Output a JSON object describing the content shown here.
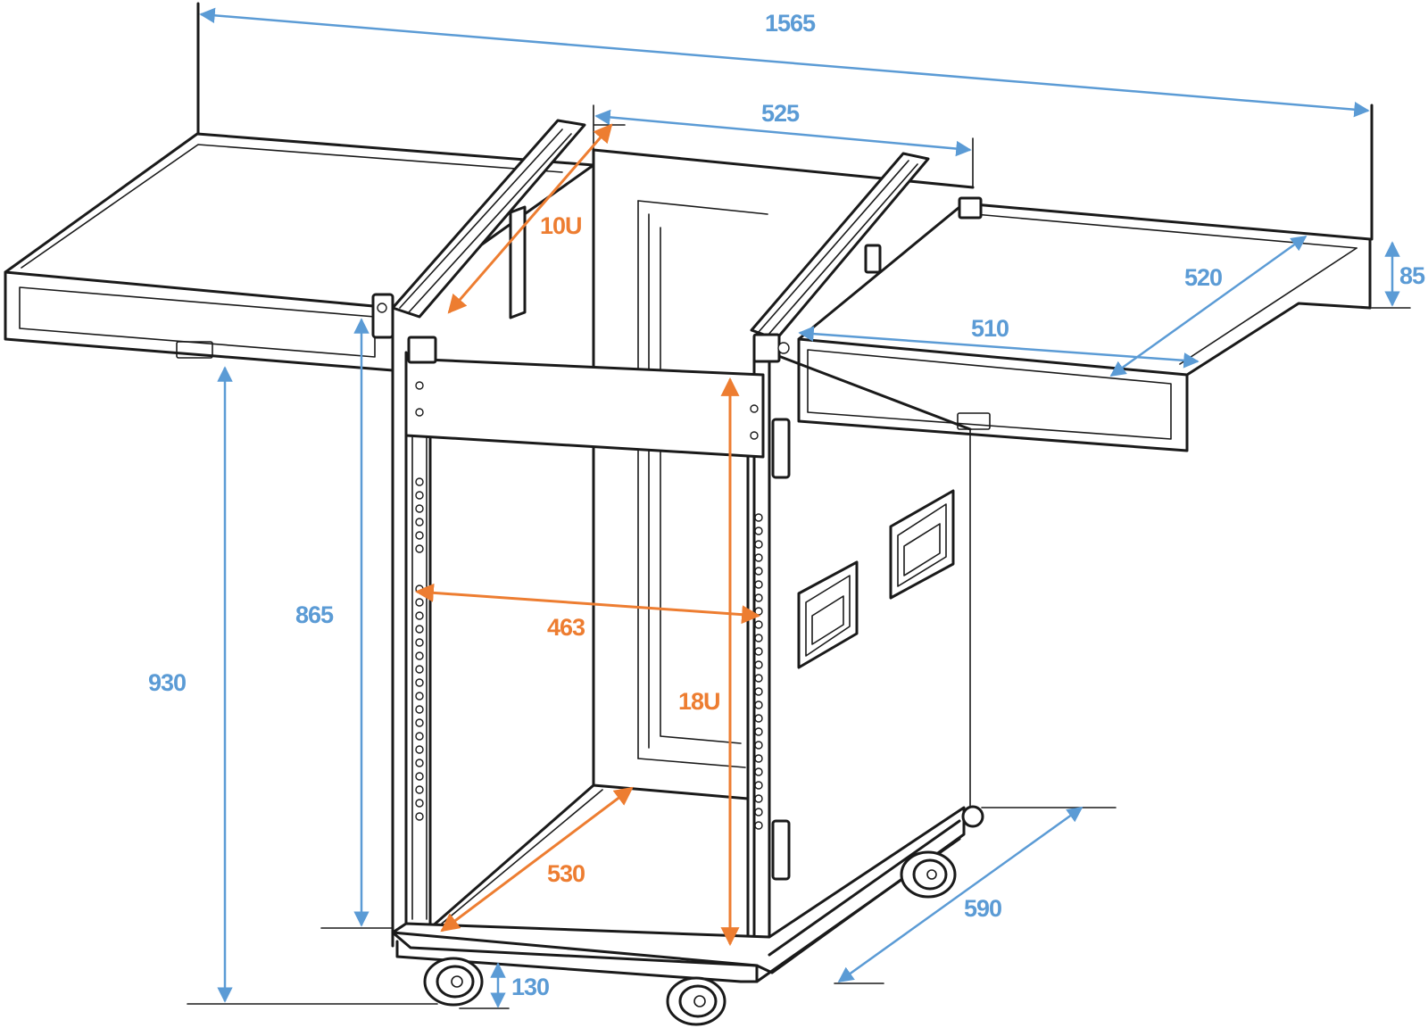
{
  "colors": {
    "outer_dimension": "#5b9bd5",
    "inner_dimension": "#ed7d31",
    "line_art": "#1a1a1a"
  },
  "dimensions": {
    "total_width": "1565",
    "case_width": "525",
    "shelf_depth": "520",
    "shelf_thickness": "85",
    "shelf_width": "510",
    "top_rack_units": "10U",
    "rack_inner_width": "463",
    "case_height": "865",
    "table_height": "930",
    "main_rack_units": "18U",
    "inner_depth": "530",
    "case_depth": "590",
    "caster_height": "130"
  }
}
